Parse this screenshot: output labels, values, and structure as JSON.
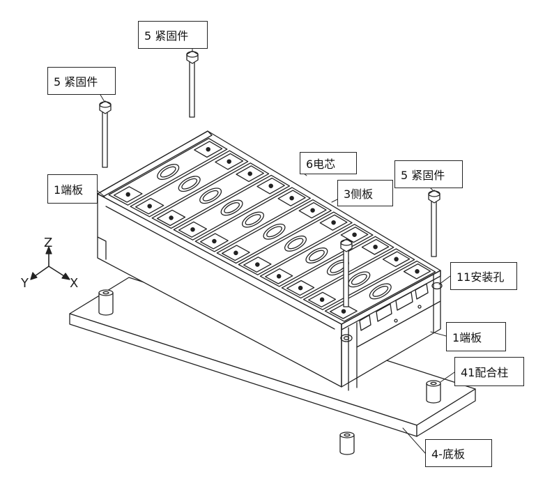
{
  "labels": {
    "fastener_top": "5 紧固件",
    "fastener_left": "5 紧固件",
    "fastener_right": "5 紧固件",
    "end_plate_left": "1端板",
    "end_plate_right": "1端板",
    "cell": "6电芯",
    "side_plate": "3侧板",
    "mounting_hole": "11安装孔",
    "mating_post": "41配合柱",
    "base_plate": "4-底板"
  },
  "axes": {
    "z": "Z",
    "y": "Y",
    "x": "X"
  },
  "colors": {
    "line": "#222222",
    "background": "#ffffff",
    "face": "#ffffff"
  }
}
